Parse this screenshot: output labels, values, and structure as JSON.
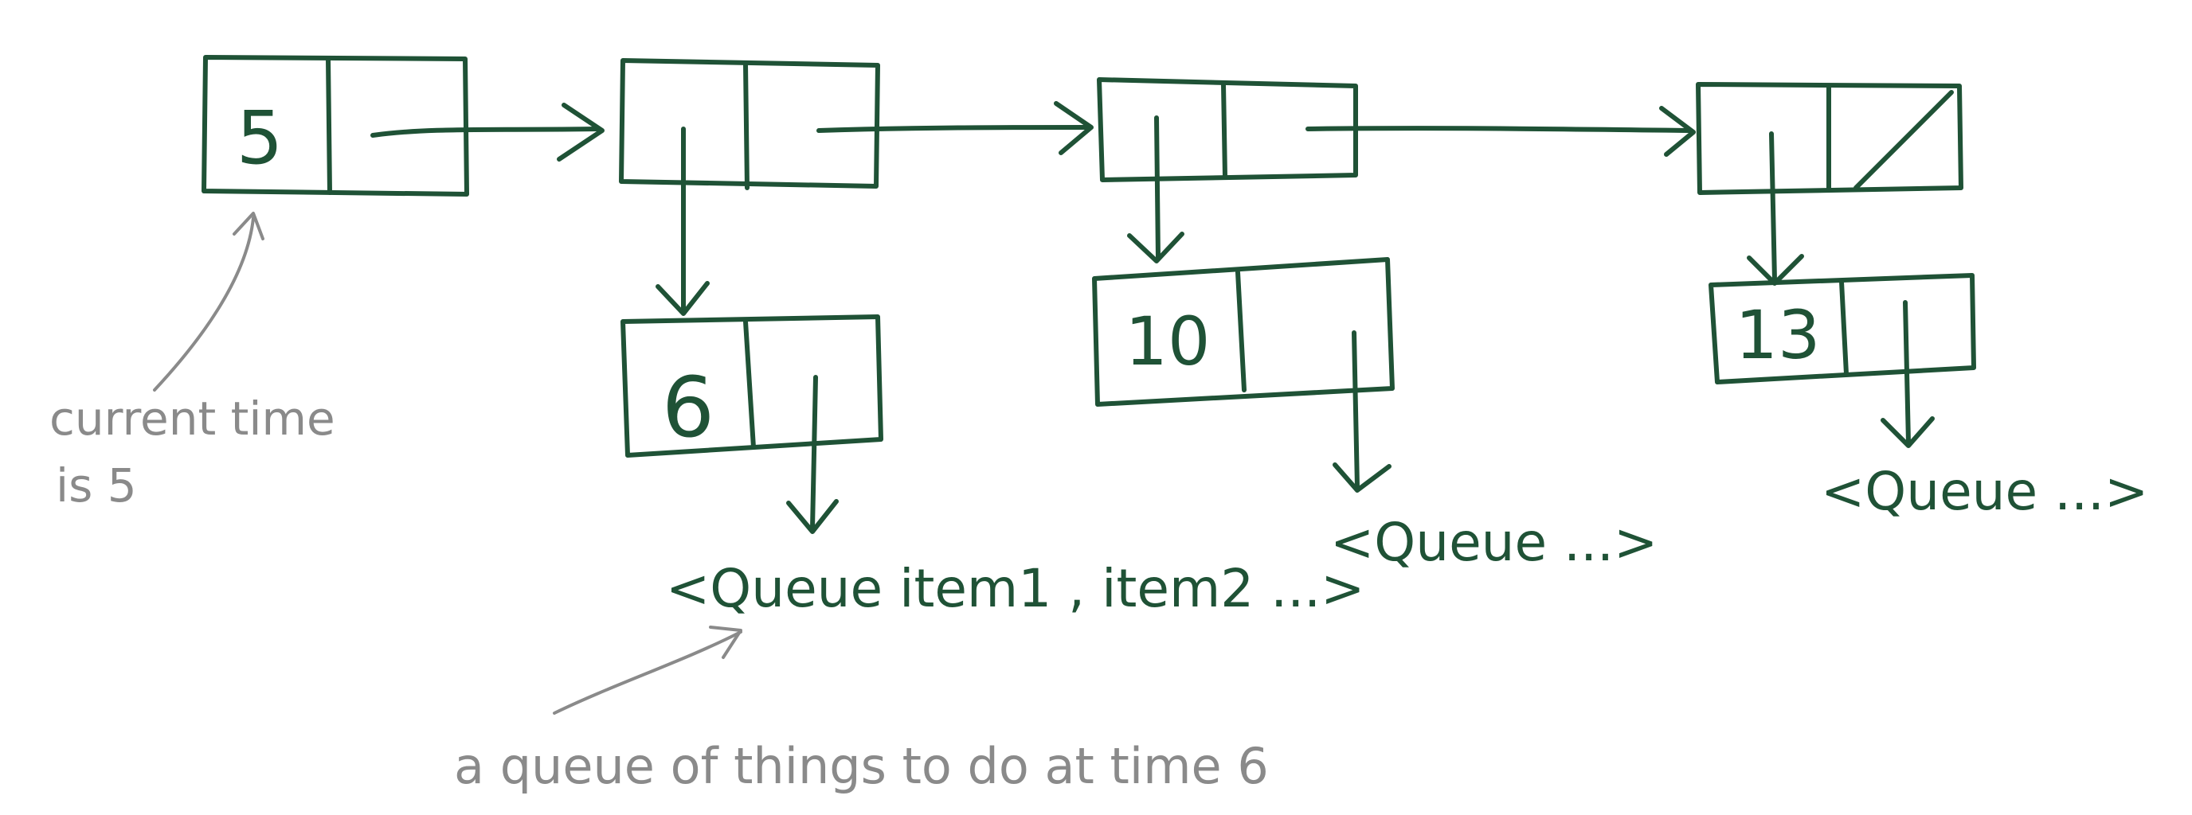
{
  "colors": {
    "ink": "#1f5236",
    "annotation": "#8a8a8a",
    "background": "#ffffff"
  },
  "timeline_nodes": [
    {
      "value": "5"
    },
    {
      "value": ""
    },
    {
      "value": ""
    },
    {
      "value": ""
    }
  ],
  "time_nodes": [
    {
      "time": "6",
      "queue_label": "<Queue item1 , item2 ...>"
    },
    {
      "time": "10",
      "queue_label": "<Queue ...>"
    },
    {
      "time": "13",
      "queue_label": "<Queue ...>"
    }
  ],
  "annotations": {
    "current_time": {
      "line1": "current time",
      "line2": "is 5"
    },
    "queue_note": "a queue of things to do at time 6"
  }
}
